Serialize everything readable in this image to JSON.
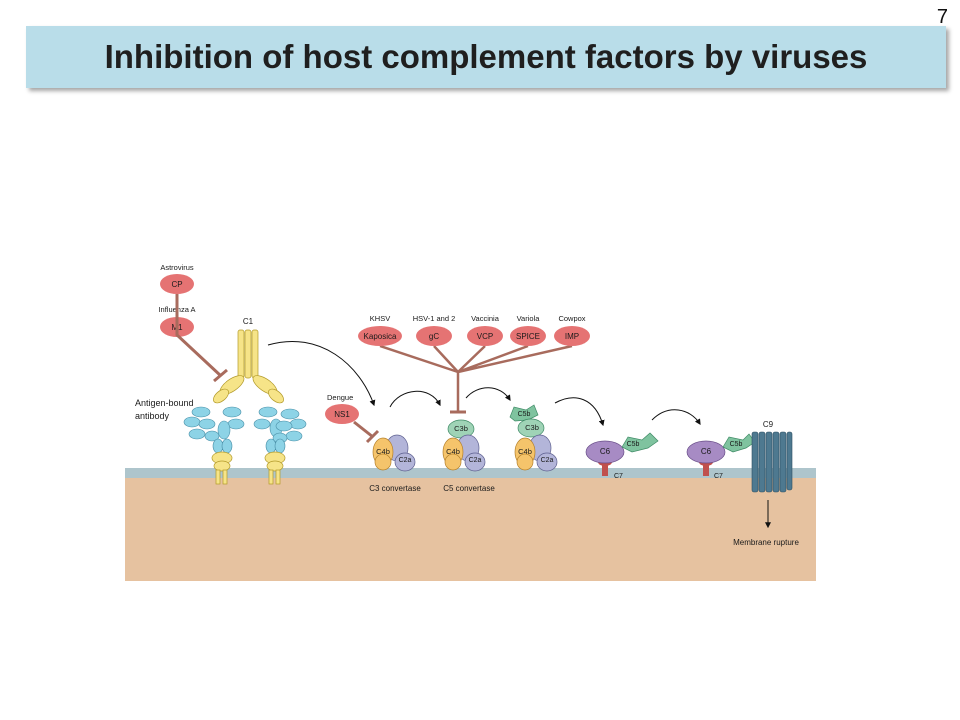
{
  "slide": {
    "title": "Inhibition of host complement factors by viruses",
    "page_number": "7"
  },
  "diagram": {
    "upper_viruses": [
      {
        "virus": "Astrovirus",
        "protein": "CP"
      },
      {
        "virus": "Influenza A",
        "protein": "M1"
      }
    ],
    "antibody": {
      "c1_label": "C1",
      "antibody_label_line1": "Antigen-bound",
      "antibody_label_line2": "antibody"
    },
    "dengue": {
      "virus": "Dengue",
      "protein": "NS1"
    },
    "convertase_viruses": [
      {
        "virus": "KHSV",
        "protein": "Kaposica"
      },
      {
        "virus": "HSV-1 and 2",
        "protein": "gC"
      },
      {
        "virus": "Vaccinia",
        "protein": "VCP"
      },
      {
        "virus": "Variola",
        "protein": "SPICE"
      },
      {
        "virus": "Cowpox",
        "protein": "IMP"
      }
    ],
    "components": {
      "c4b": "C4b",
      "c2a": "C2a",
      "c3b": "C3b",
      "c5b": "C5b",
      "c6": "C6",
      "c7": "C7",
      "c9": "C9"
    },
    "captions": {
      "c3_convertase": "C3 convertase",
      "c5_convertase": "C5 convertase",
      "membrane_rupture": "Membrane rupture"
    },
    "colors": {
      "virus_protein": "#e57373",
      "antibody_heavy": "#f6e488",
      "antibody_light": "#8dd3e6",
      "c4b": "#f5c46b",
      "c2a": "#b3b5d9",
      "c3b": "#9fd3b6",
      "c5b": "#7fc39f",
      "c6": "#a78bc4",
      "c7": "#c0504d",
      "c9": "#4e7990",
      "membrane": "#aec5cc",
      "cell": "#e6c2a0"
    }
  }
}
